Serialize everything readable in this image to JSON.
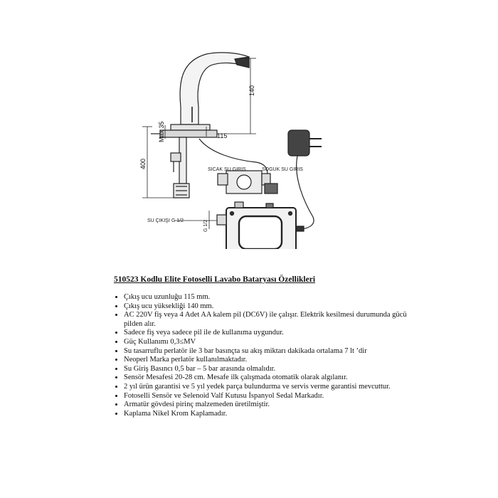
{
  "drawing": {
    "dim_height": "140",
    "dim_length": "115",
    "dim_max": "Max 35",
    "dim_total": "400",
    "label_hot": "SICAK SU GIRIS",
    "label_cold": "SOGUK SU GIRIS",
    "label_outlet": "SU ÇIKIŞI G 1/2",
    "label_thread": "G 1/2"
  },
  "doc": {
    "title": "510523 Kodlu Elite Fotoselli Lavabo Bataryası Özellikleri",
    "items": [
      "Çıkış ucu uzunluğu 115 mm.",
      "Çıkış ucu yüksekliği 140 mm.",
      "AC 220V fiş veya 4 Adet AA kalem pil (DC6V) ile çalışır. Elektrik kesilmesi durumunda gücü pilden alır.",
      "Sadece fiş veya sadece pil ile de kullanıma uygundur.",
      "Güç Kullanımı 0,3≤MV",
      "Su tasarruflu perlatör ile 3 bar basınçta su akış miktarı dakikada ortalama 7 lt ’dir",
      "Neoperl Marka perlatör kullanılmaktadır.",
      "Su Giriş Basıncı 0,5 bar – 5 bar arasında olmalıdır.",
      "Sensör Mesafesi 20-28 cm. Mesafe ilk çalışmada otomatik olarak algılanır.",
      "2 yıl ürün garantisi ve 5 yıl yedek parça bulundurma ve servis verme garantisi mevcuttur.",
      "Fotoselli Sensör ve Selenoid Valf Kutusu İspanyol Sedal Markadır.",
      "Armatür gövdesi pirinç malzemeden üretilmiştir.",
      "Kaplama Nikel Krom Kaplamadır."
    ]
  }
}
